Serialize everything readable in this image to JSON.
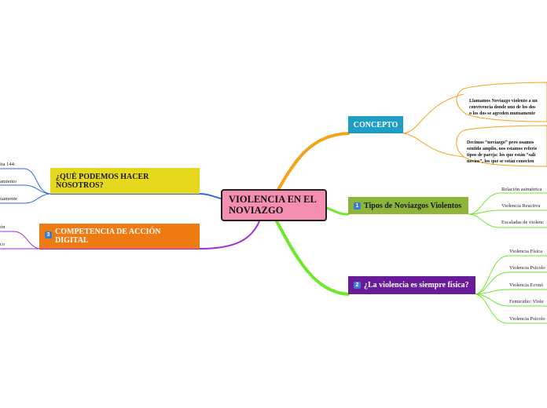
{
  "central": {
    "title": "VIOLENCIA EN EL NOVIAZGO"
  },
  "concepto": {
    "label": "CONCEPTO",
    "bubble1": "Llamamos Noviazgo violento a un\nconvivencia donde uno de los dos\no los dos se agreden mutuamente",
    "bubble2": "Decimos “noviazgo” pero usamos\nsentido amplio, nos estamos referie\ntipos de pareja: los que están “sali\nnovios”, los que se están conocien"
  },
  "tipos": {
    "badge": "1",
    "label": "Tipos de Noviazgos Violentos",
    "items": [
      "Relación asimétrica",
      "Violencia Reactiva",
      "Escaladas de violenc"
    ]
  },
  "violencia": {
    "badge": "2",
    "label": "¿La violencia es siempre física?",
    "items": [
      "Violencia Física",
      "Violencia Psicolo",
      "Violencia Econó",
      "Femicidio: Viole",
      "Violencia Psicolo"
    ]
  },
  "que": {
    "label": "¿QUÉ PODEMOS HACER NOSOTROS?",
    "items": [
      "ita 144:",
      "amiento",
      "uamente"
    ]
  },
  "comp": {
    "badge": "3",
    "label": "COMPETENCIA DE ACCIÓN DIGITAL",
    "items": [
      "ón",
      "co"
    ]
  },
  "colors": {
    "central": "#f48fb1",
    "concepto": "#1e9ec2",
    "tipos": "#8db53a",
    "violencia": "#6a1b9a",
    "que": "#e6d81c",
    "comp": "#ef7a12",
    "orange_link": "#f5a11a",
    "green_link": "#6ee82a",
    "blue_link": "#2a6bd8",
    "purple_link": "#a22ad8"
  }
}
